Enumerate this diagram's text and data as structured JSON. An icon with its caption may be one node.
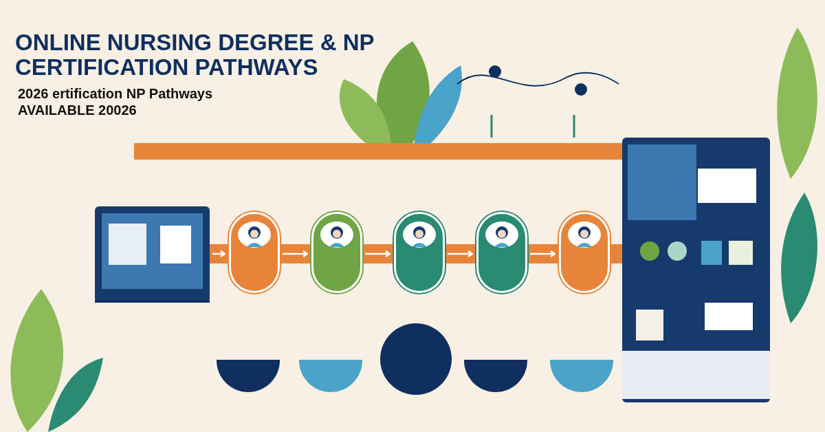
{
  "diagram": {
    "title": "ONLINE NURSING DEGREE & NP CERTIFICATION PATHWAYS",
    "nodes": [
      {
        "text": [],
        "shape": "picture"
      },
      {
        "text": [],
        "shape": "box"
      },
      {
        "text": [],
        "shape": "box"
      },
      {
        "text": [],
        "shape": "box"
      },
      {
        "text": [],
        "shape": "box"
      },
      {
        "text": [],
        "shape": "box"
      },
      {
        "text": [],
        "shape": "picture"
      },
      {
        "text": [],
        "shape": "semicircle"
      },
      {
        "text": [],
        "shape": "semicircle"
      },
      {
        "text": [],
        "shape": "circle"
      },
      {
        "text": [],
        "shape": "semicircle"
      },
      {
        "text": [],
        "shape": "semicircle"
      }
    ],
    "edges": [
      {
        "from": 0,
        "to": 1,
        "arrow": "to"
      },
      {
        "from": 1,
        "to": 2,
        "arrow": "to"
      },
      {
        "from": 2,
        "to": 3,
        "arrow": "to"
      },
      {
        "from": 3,
        "to": 4,
        "arrow": "to"
      },
      {
        "from": 4,
        "to": 5,
        "arrow": "to"
      }
    ],
    "labels": [
      "2026 ertification NP Pathways",
      "AVAILABLE 20026"
    ]
  }
}
